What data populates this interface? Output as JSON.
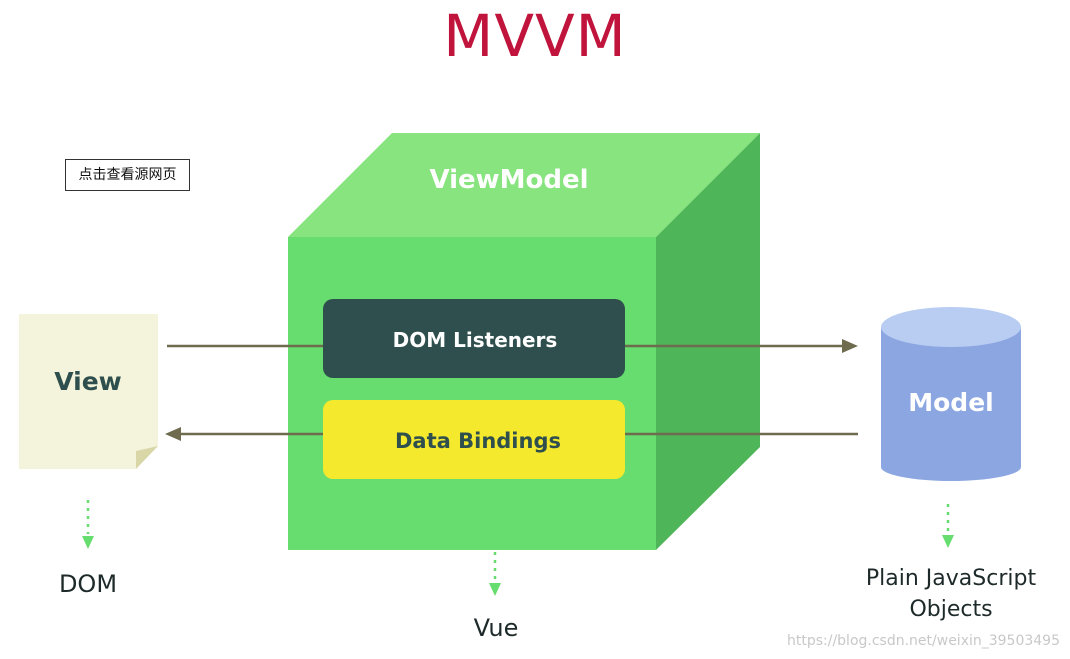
{
  "title": "MVVM",
  "source_link": "点击查看源网页",
  "viewmodel": {
    "label": "ViewModel",
    "dom_listeners": "DOM Listeners",
    "data_bindings": "Data Bindings",
    "sublabel": "Vue"
  },
  "view": {
    "label": "View",
    "sublabel": "DOM"
  },
  "model": {
    "label": "Model",
    "sublabel_line1": "Plain JavaScript",
    "sublabel_line2": "Objects"
  },
  "watermark": "https://blog.csdn.net/weixin_39503495",
  "colors": {
    "title": "#c0143c",
    "cube_front": "#66dd6e",
    "cube_top": "#88e47e",
    "cube_side": "#4fb559",
    "dom_listeners_box": "#2e4f4d",
    "data_bindings_box": "#f5e92d",
    "view_paper": "#f4f4dc",
    "model_cylinder": "#8ba6e1",
    "model_cylinder_top": "#b9cdf2",
    "arrow": "#6e6b4e",
    "dotted_arrow": "#66dd6e"
  }
}
